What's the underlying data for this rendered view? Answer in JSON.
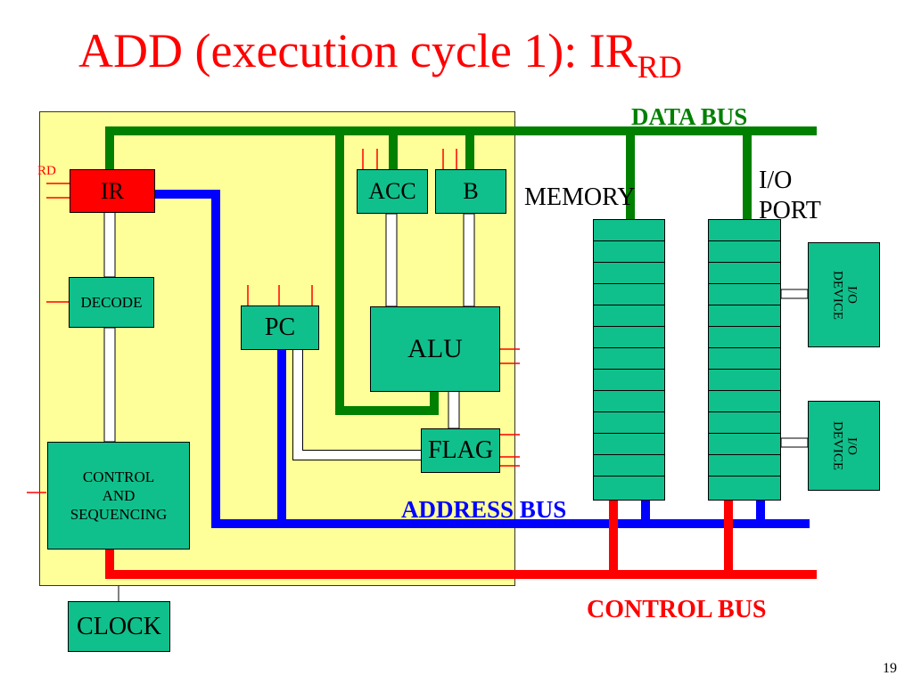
{
  "title": {
    "main": "ADD (execution cycle 1): IR",
    "subscript": "RD"
  },
  "blocks": {
    "ir": "IR",
    "decode": "DECODE",
    "control_and_sequencing": [
      "CONTROL",
      "AND",
      "SEQUENCING"
    ],
    "clock": "CLOCK",
    "pc": "PC",
    "acc": "ACC",
    "b": "B",
    "alu": "ALU",
    "flag": "FLAG"
  },
  "labels": {
    "rd_signal": "RD",
    "memory": "MEMORY",
    "io_port": [
      "I/O",
      "PORT"
    ],
    "io_device": [
      "I/O",
      "DEVICE"
    ],
    "data_bus": "DATA BUS",
    "address_bus": "ADDRESS BUS",
    "control_bus": "CONTROL BUS"
  },
  "colors": {
    "title": "#ff0000",
    "data_bus": "#008000",
    "address_bus": "#0000ff",
    "control_bus": "#ff0000",
    "cpu_background": "#ffff99",
    "block_fill": "#10c08c",
    "ir_fill": "#ff0000"
  },
  "memory_rows": 13,
  "io_port_rows": 13,
  "page_number": "19"
}
